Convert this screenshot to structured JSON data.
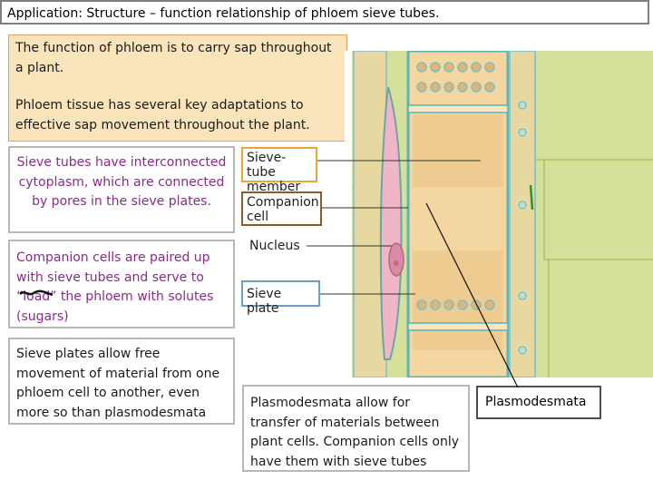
{
  "header": {
    "title": "Application: Structure – function relationship of phloem sieve tubes."
  },
  "intro": {
    "line1": "The function of phloem is to carry sap throughout a plant.",
    "line2": "Phloem tissue has several key adaptations to effective sap movement throughout the plant."
  },
  "facts": {
    "sieve_tubes": "Sieve tubes have interconnected cytoplasm, which are connected by pores in the sieve plates.",
    "companion_cells": "Companion cells are paired up with sieve tubes and serve to “load” the phloem with solutes (sugars)",
    "sieve_plates": "Sieve plates allow free movement of material from one phloem cell to another, even more so than plasmodesmata",
    "plasmodesmata": "Plasmodesmata allow for transfer of materials between plant cells.  Companion cells only have them with sieve tubes"
  },
  "diagram_labels": {
    "sieve_tube_member": "Sieve-tube member",
    "companion_cell": "Companion cell",
    "nucleus": "Nucleus",
    "sieve_plate": "Sieve plate",
    "plasmodesmata": "Plasmodesmata"
  },
  "colors": {
    "intro_bg": "#fae4bc",
    "highlight_text": "#8a2b8a",
    "cell_tissue": "#cfdc8c",
    "sieve_tube_fill": "#f3d6a0",
    "companion_fill": "#f1b6c6"
  }
}
